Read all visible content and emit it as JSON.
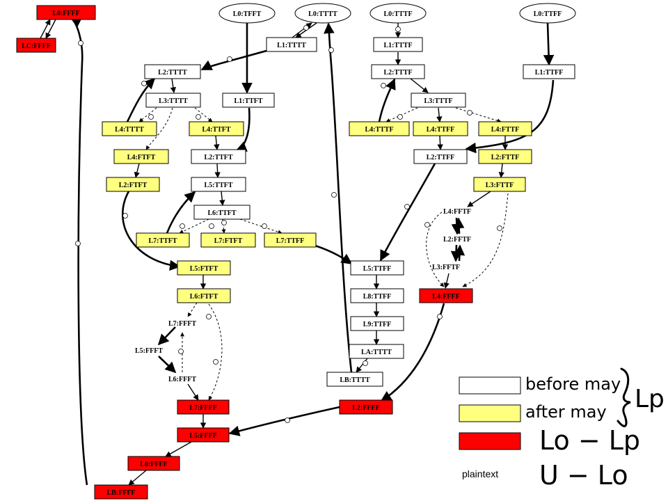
{
  "nodes": {
    "L0_FFFF": "L0:FFFF",
    "LC_FFFF": "LC:FFFF",
    "L0_TFFT": "L0:TFFT",
    "L0_TTTT": "L0:TTTT",
    "L0_TTTF": "L0:TTTF",
    "L0_TTFF": "L0:TTFF",
    "L1_TTTT": "L1:TTTT",
    "L1_TTTF": "L1:TTTF",
    "L2_TTTT": "L2:TTTT",
    "L2_TTTF": "L2:TTTF",
    "L1_TTFF": "L1:TTFF",
    "L3_TTTT": "L3:TTTT",
    "L1_TTFT": "L1:TTFT",
    "L3_TTTF": "L3:TTTF",
    "L4_TTTT": "L4:TTTT",
    "L4_TTFT": "L4:TTFT",
    "L4_TTTF": "L4:TTTF",
    "L4_TTFF": "L4:TTFF",
    "L4_FTTF": "L4:FTTF",
    "L4_FTFT": "L4:FTFT",
    "L2_TTFT": "L2:TTFT",
    "L2_TTFF": "L2:TTFF",
    "L2_FTTF": "L2:FTTF",
    "L2_FTFT": "L2:FTFT",
    "L5_TTFT": "L5:TTFT",
    "L3_FTTF": "L3:FTTF",
    "L6_TTFT": "L6:TTFT",
    "L4_FFTF": "L4:FFTF",
    "L2_FFTF": "L2:FFTF",
    "L3_FFTF": "L3:FFTF",
    "L7_TTFT": "L7:TTFT",
    "L7_FTFT": "L7:FTFT",
    "L7_TTFF": "L7:TTFF",
    "L5_FTFT": "L5:FTFT",
    "L5_TTFF": "L5:TTFF",
    "L6_FTFT": "L6:FTFT",
    "L8_TTFF": "L8:TTFF",
    "L4_FFFF": "L4:FFFF",
    "L9_TTFF": "L9:TTFF",
    "L7_FFFT": "L7:FFFT",
    "L5_FFFT": "L5:FFFT",
    "L6_FFFT": "L6:FFFT",
    "LA_TTTT": "LA:TTTT",
    "LB_TTTT": "LB:TTTT",
    "L7_FFFF": "L7:FFFF",
    "L2_FFFF": "L2:FFFF",
    "L5_FFFF": "L5:FFFF",
    "L8_FFFF": "L8:FFFF",
    "LB_FFFF": "LB:FFFF"
  },
  "legend": {
    "white_label": "before may",
    "yellow_label": "after may",
    "group_label": "Lp",
    "red_label": "Lo − Lp",
    "plain_box_label": "plaintext",
    "plain_label": "U − Lo"
  },
  "colors": {
    "white": "#ffffff",
    "yellow": "#ffff80",
    "red": "#ff0000"
  }
}
